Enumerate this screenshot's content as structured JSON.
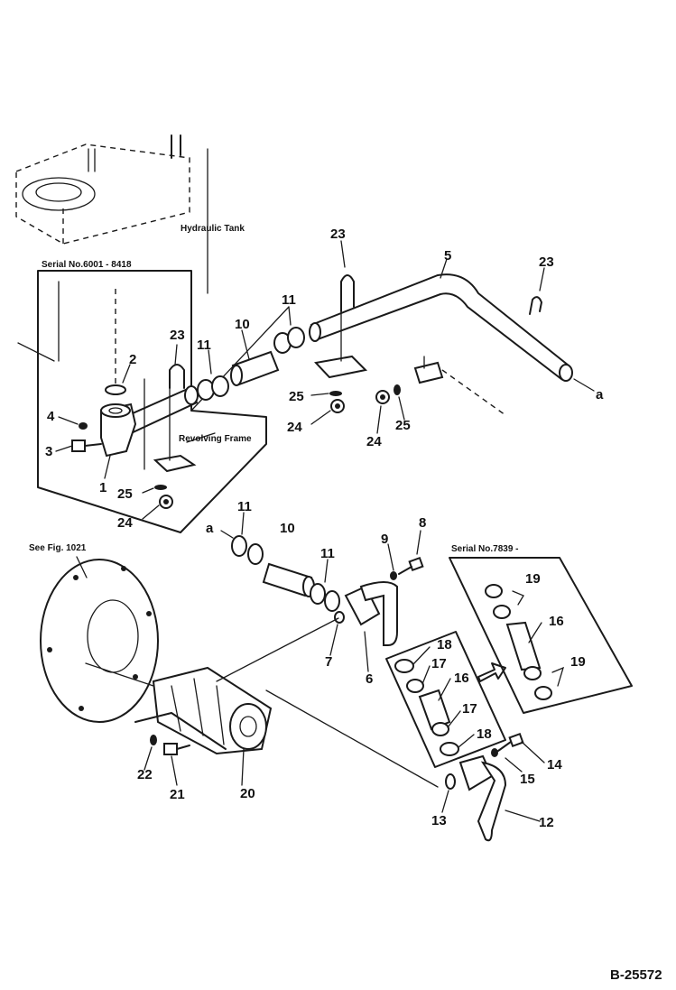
{
  "labels": {
    "hydraulic_tank": "Hydraulic Tank",
    "serial_range": "Serial No.6001 - 8418",
    "revolving_frame": "Revolving Frame",
    "see_fig": "See Fig. 1021",
    "serial_7839": "Serial No.7839 -",
    "drawing_code": "B-25572",
    "connector_a": "a"
  },
  "parts": {
    "p1": "1",
    "p2": "2",
    "p3": "3",
    "p4": "4",
    "p5": "5",
    "p6": "6",
    "p7": "7",
    "p8": "8",
    "p9": "9",
    "p10": "10",
    "p11": "11",
    "p12": "12",
    "p13": "13",
    "p14": "14",
    "p15": "15",
    "p16": "16",
    "p17": "17",
    "p18": "18",
    "p19": "19",
    "p20": "20",
    "p21": "21",
    "p22": "22",
    "p23": "23",
    "p24": "24",
    "p25": "25"
  }
}
